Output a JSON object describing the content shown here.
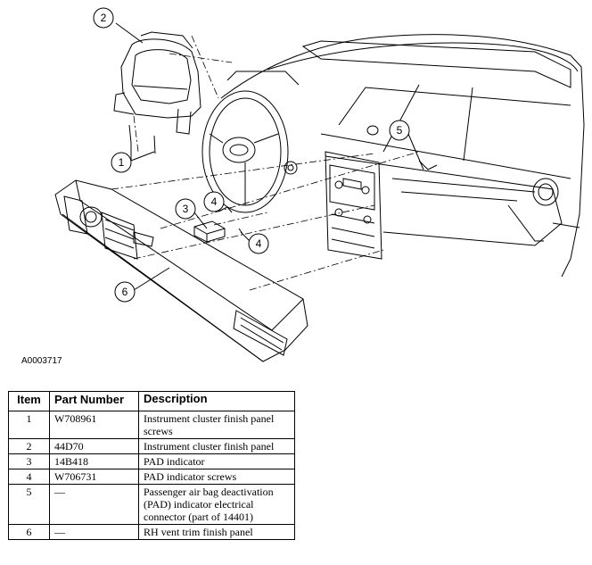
{
  "figure_id": "A0003717",
  "callouts": [
    "1",
    "2",
    "3",
    "4",
    "4",
    "5",
    "6"
  ],
  "table": {
    "headers": {
      "item": "Item",
      "part": "Part Number",
      "desc": "Description"
    },
    "rows": [
      {
        "item": "1",
        "part": "W708961",
        "desc": "Instrument cluster finish panel screws"
      },
      {
        "item": "2",
        "part": "44D70",
        "desc": "Instrument cluster finish panel"
      },
      {
        "item": "3",
        "part": "14B418",
        "desc": "PAD indicator"
      },
      {
        "item": "4",
        "part": "W706731",
        "desc": "PAD indicator screws"
      },
      {
        "item": "5",
        "part": "—",
        "desc": "Passenger air bag deactivation (PAD) indicator electrical connector (part of 14401)"
      },
      {
        "item": "6",
        "part": "—",
        "desc": "RH vent trim finish panel"
      }
    ]
  }
}
